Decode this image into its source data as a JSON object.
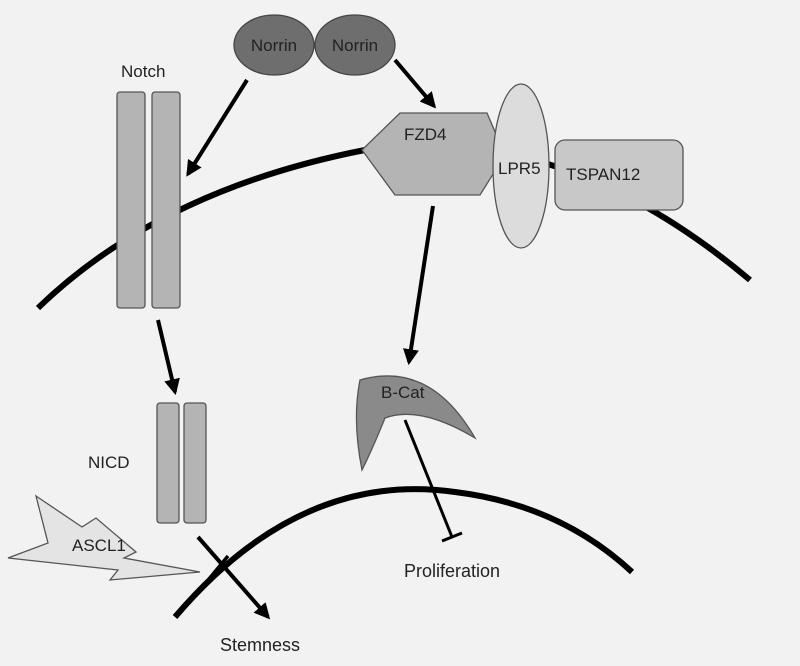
{
  "labels": {
    "norrin_left": "Norrin",
    "norrin_right": "Norrin",
    "notch": "Notch",
    "fzd4": "FZD4",
    "lpr5": "LPR5",
    "tspan12": "TSPAN12",
    "nicd": "NICD",
    "bcat": "B-Cat",
    "ascl1": "ASCL1",
    "proliferation": "Proliferation",
    "stemness": "Stemness"
  },
  "colors": {
    "background": "#f2f2f2",
    "norrin": "#6e6e6e",
    "receptor": "#b4b4b4",
    "lpr5": "#dcdcdc",
    "tspan12": "#c8c8c8",
    "bcat": "#8a8a8a",
    "ascl1": "#e4e4e4",
    "line": "#000000"
  }
}
